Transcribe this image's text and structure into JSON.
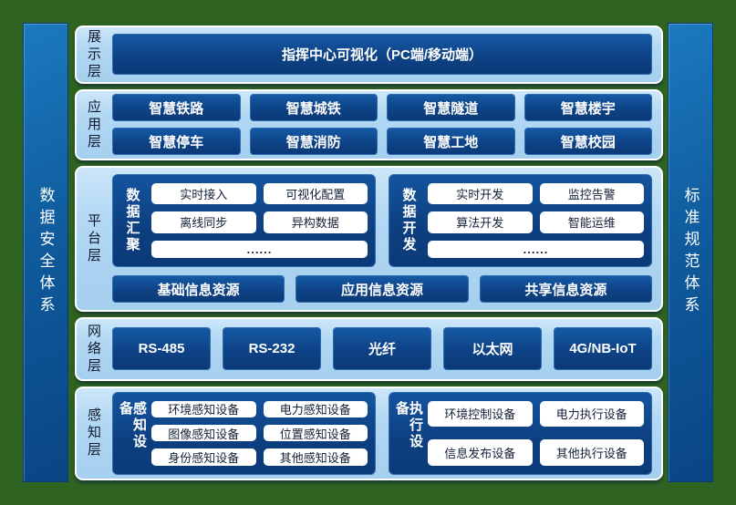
{
  "sidebars": {
    "left": "数据安全体系",
    "right": "标准规范体系"
  },
  "layers": {
    "display": {
      "label": "展示层",
      "box": "指挥中心可视化（PC端/移动端）"
    },
    "application": {
      "label": "应用层",
      "items": [
        "智慧铁路",
        "智慧城铁",
        "智慧隧道",
        "智慧楼宇",
        "智慧停车",
        "智慧消防",
        "智慧工地",
        "智慧校园"
      ]
    },
    "platform": {
      "label": "平台层",
      "groups": [
        {
          "title": "数据汇聚",
          "items": [
            "实时接入",
            "可视化配置",
            "离线同步",
            "异构数据"
          ],
          "more": "......"
        },
        {
          "title": "数据开发",
          "items": [
            "实时开发",
            "监控告警",
            "算法开发",
            "智能运维"
          ],
          "more": "......"
        }
      ],
      "resources": [
        "基础信息资源",
        "应用信息资源",
        "共享信息资源"
      ]
    },
    "network": {
      "label": "网络层",
      "items": [
        "RS-485",
        "RS-232",
        "光纤",
        "以太网",
        "4G/NB-IoT"
      ]
    },
    "perception": {
      "label": "感知层",
      "groups": [
        {
          "title": "感知设备",
          "items": [
            "环境感知设备",
            "电力感知设备",
            "图像感知设备",
            "位置感知设备",
            "身份感知设备",
            "其他感知设备"
          ]
        },
        {
          "title": "执行设备",
          "items": [
            "环境控制设备",
            "电力执行设备",
            "信息发布设备",
            "其他执行设备"
          ]
        }
      ]
    }
  },
  "colors": {
    "background_green": "#2f6321",
    "panel_light_blue": "#aed5f1",
    "box_navy": "#0e4286",
    "box_navy_light": "#155aa4",
    "sidebar_blue": "#0f5c9e",
    "pill_white": "#ffffff",
    "text_dark": "#0e1a2e",
    "text_white": "#ffffff"
  }
}
